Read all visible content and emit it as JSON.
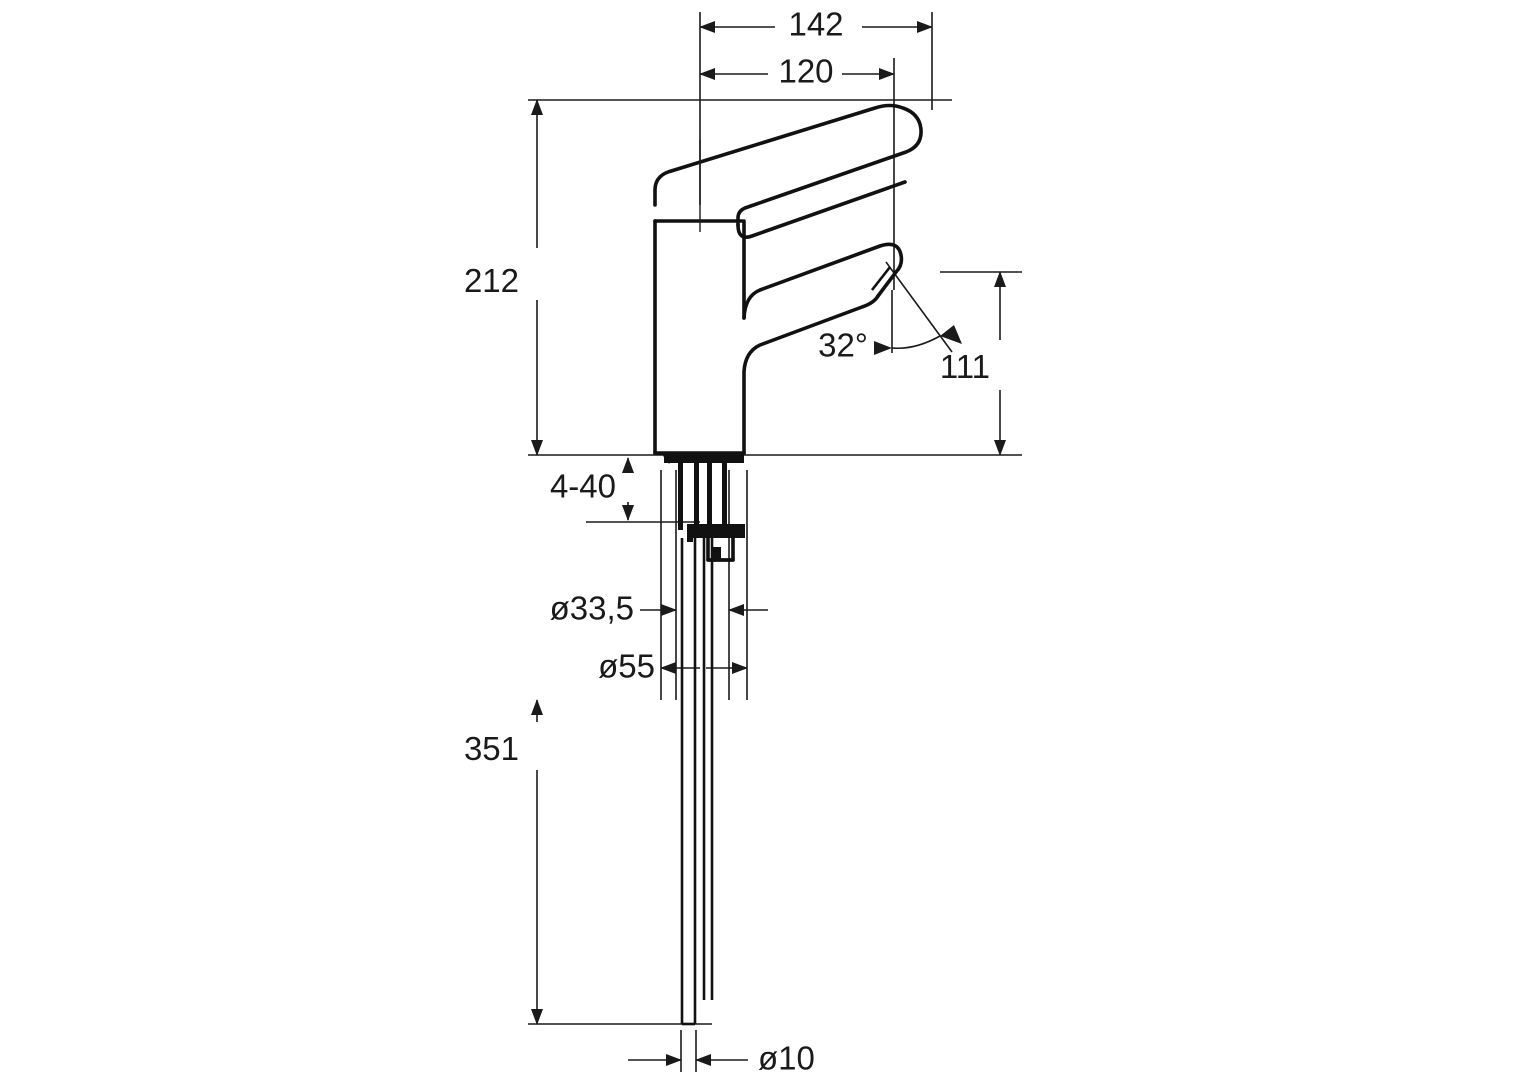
{
  "drawing": {
    "type": "technical-dimension-drawing",
    "subject": "single-lever basin mixer tap, side elevation",
    "units": "mm",
    "line_color": "#111111",
    "text_color": "#1a1a1a",
    "background_color": "#ffffff"
  },
  "dimensions": {
    "overall_reach": {
      "label": "142",
      "orientation": "horizontal",
      "position": "top"
    },
    "spout_reach": {
      "label": "120",
      "orientation": "horizontal",
      "position": "top"
    },
    "body_height": {
      "label": "212",
      "orientation": "vertical",
      "position": "left"
    },
    "spout_outlet_height": {
      "label": "111",
      "orientation": "vertical",
      "position": "right"
    },
    "outlet_angle": {
      "label": "32°",
      "orientation": "angular",
      "position": "right-of-spout"
    },
    "deck_thickness_range": {
      "label": "4-40",
      "orientation": "vertical",
      "position": "left-inner"
    },
    "shank_diameter": {
      "label": "ø33,5",
      "orientation": "horizontal",
      "position": "left-inner"
    },
    "base_diameter": {
      "label": "ø55",
      "orientation": "horizontal",
      "position": "left-inner"
    },
    "supply_hose_length": {
      "label": "351",
      "orientation": "vertical",
      "position": "left"
    },
    "supply_tube_diameter": {
      "label": "ø10",
      "orientation": "horizontal",
      "position": "bottom"
    }
  }
}
